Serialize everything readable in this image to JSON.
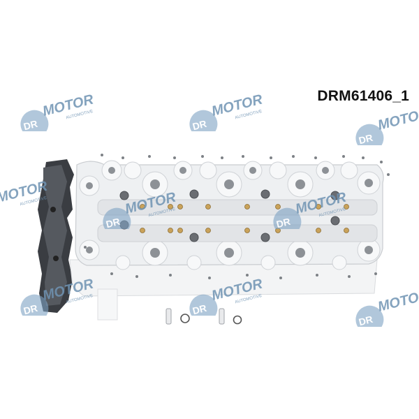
{
  "product": {
    "code": "DRM61406_1",
    "subject": "cylinder head"
  },
  "watermark": {
    "brand_left": "DR",
    "brand_right": "MOTOR",
    "tagline": "AUTOMOTIVE",
    "color": "#6f93b3",
    "count": 9
  },
  "colors": {
    "background": "#ffffff",
    "casting": "#eef0f2",
    "casting_shadow": "#c9ccd0",
    "dark_flange": "#3a3d42",
    "valve_gold": "#c9a25a",
    "bolt": "#6a6d72"
  }
}
